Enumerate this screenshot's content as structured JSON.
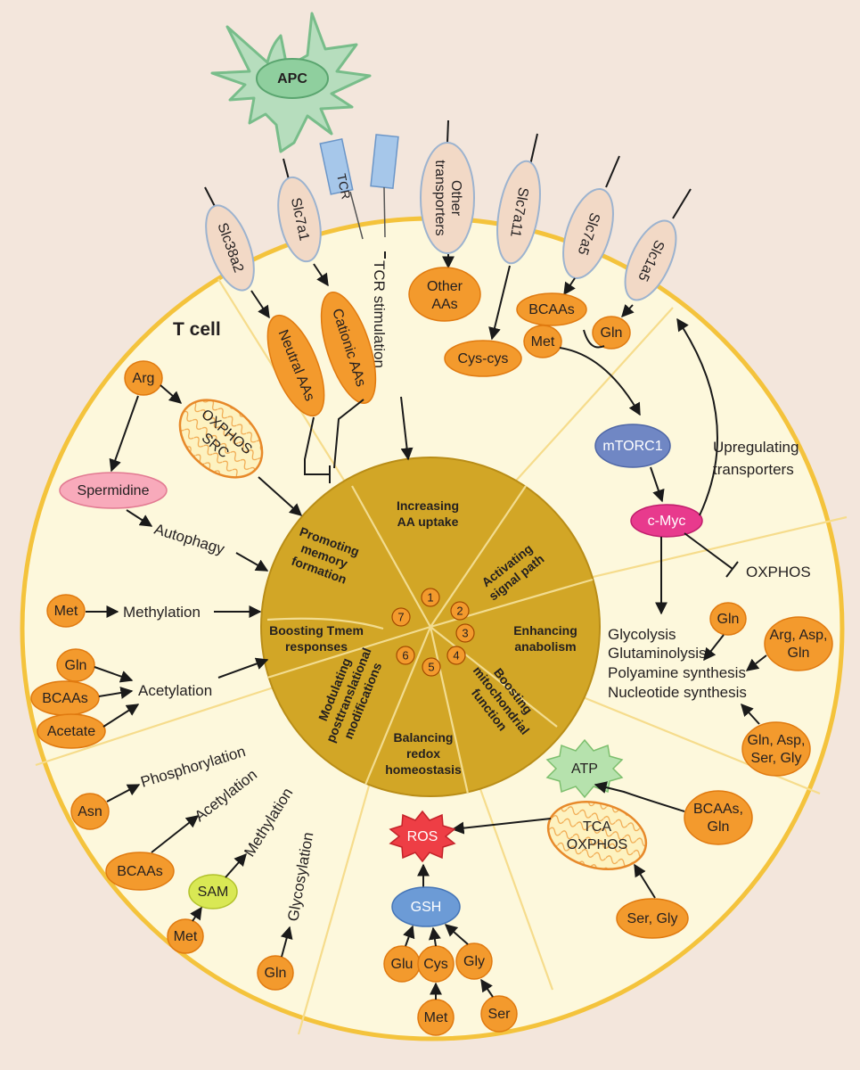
{
  "title": "T cell",
  "apc": "APC",
  "tcr": "TCR",
  "tcr_stimulation": "TCR stimulation",
  "transporters": {
    "slc38a2": "Slc38a2",
    "slc7a1": "Slc7a1",
    "other_line1": "Other",
    "other_line2": "transporters",
    "slc7a11": "Slc7a11",
    "slc7a5": "Slc7a5",
    "slc1a5": "Slc1a5"
  },
  "substrates": {
    "neutral_aas": "Neutral AAs",
    "cationic_aas": "Cationic AAs",
    "other_aas_line1": "Other",
    "other_aas_line2": "AAs",
    "cys_cys": "Cys-cys",
    "bcaas": "BCAAs",
    "met": "Met",
    "gln": "Gln"
  },
  "hub": {
    "s1_line1": "Increasing",
    "s1_line2": "AA uptake",
    "s2_line1": "Activating",
    "s2_line2": "signal path",
    "s3_line1": "Enhancing",
    "s3_line2": "anabolism",
    "s4_line1": "Boosting",
    "s4_line2": "mitochondrial",
    "s4_line3": "function",
    "s5_line1": "Balancing",
    "s5_line2": "redox",
    "s5_line3": "homeostasis",
    "s6_line1": "Modulating",
    "s6_line2": "posttranslational",
    "s6_line3": "modifications",
    "s7a_line1": "Promoting",
    "s7a_line2": "memory",
    "s7a_line3": "formation",
    "s7b_line1": "Boosting Tmem",
    "s7b_line2": "responses",
    "n1": "1",
    "n2": "2",
    "n3": "3",
    "n4": "4",
    "n5": "5",
    "n6": "6",
    "n7": "7"
  },
  "signal": {
    "mtorc1": "mTORC1",
    "cmyc": "c-Myc",
    "upreg_line1": "Upregulating",
    "upreg_line2": "transporters",
    "oxphos": "OXPHOS"
  },
  "anabolism": {
    "glycolysis": "Glycolysis",
    "glutaminolysis": "Glutaminolysis",
    "polyamine": "Polyamine synthesis",
    "nucleotide": "Nucleotide synthesis",
    "gln": "Gln",
    "arg_asp_gln_line1": "Arg, Asp,",
    "arg_asp_gln_line2": "Gln",
    "gln_asp_ser_gly_line1": "Gln, Asp,",
    "gln_asp_ser_gly_line2": "Ser, Gly"
  },
  "mito": {
    "atp": "ATP",
    "tca": "TCA",
    "oxphos": "OXPHOS",
    "bcaas_gln_line1": "BCAAs,",
    "bcaas_gln_line2": "Gln",
    "ser_gly": "Ser, Gly"
  },
  "redox": {
    "ros": "ROS",
    "gsh": "GSH",
    "glu": "Glu",
    "cys": "Cys",
    "gly": "Gly",
    "met": "Met",
    "ser": "Ser"
  },
  "ptm": {
    "asn": "Asn",
    "phosphorylation": "Phosphorylation",
    "bcaas": "BCAAs",
    "acetylation": "Acetylation",
    "sam": "SAM",
    "met": "Met",
    "methylation": "Methylation",
    "gln": "Gln",
    "glycosylation": "Glycosylation"
  },
  "memory": {
    "arg": "Arg",
    "oxphos": "OXPHOS",
    "src": "SRC",
    "spermidine": "Spermidine",
    "autophagy": "Autophagy",
    "met": "Met",
    "methylation": "Methylation",
    "gln": "Gln",
    "bcaas": "BCAAs",
    "acetate": "Acetate",
    "acetylation": "Acetylation"
  }
}
